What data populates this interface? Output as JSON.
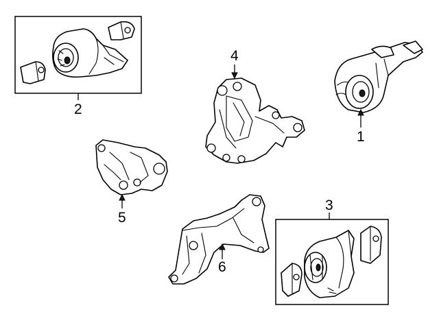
{
  "callouts": [
    {
      "id": "callout-1",
      "label": "1"
    },
    {
      "id": "callout-2",
      "label": "2"
    },
    {
      "id": "callout-3",
      "label": "3"
    },
    {
      "id": "callout-4",
      "label": "4"
    },
    {
      "id": "callout-5",
      "label": "5"
    },
    {
      "id": "callout-6",
      "label": "6"
    }
  ],
  "colors": {
    "ink": "#000000",
    "background": "#ffffff"
  }
}
